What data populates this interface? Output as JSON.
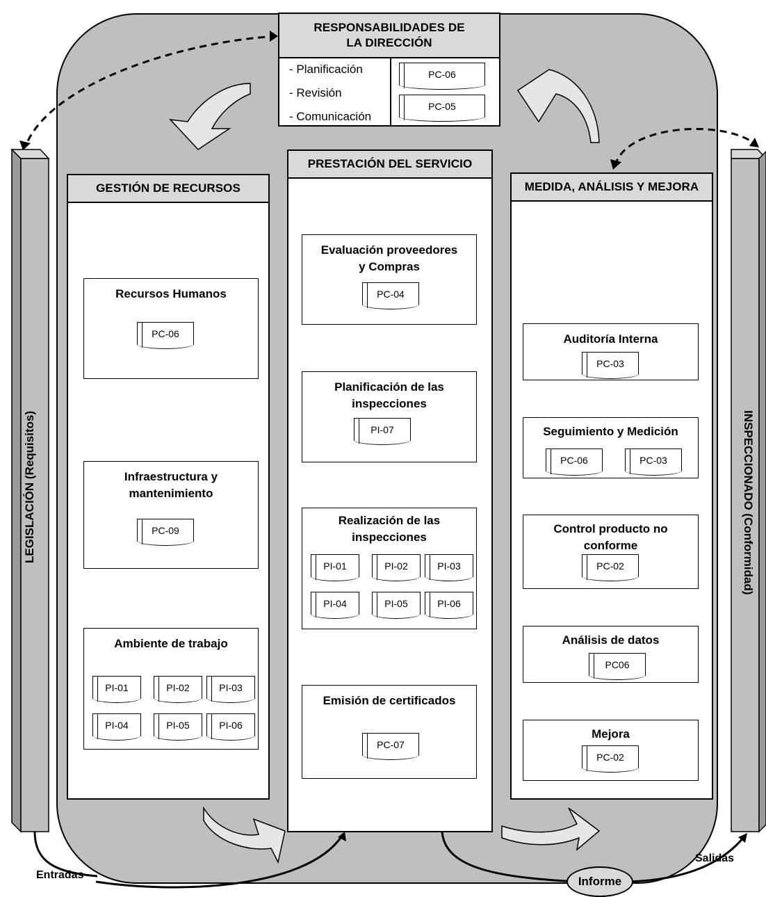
{
  "direccion": {
    "title": "RESPONSABILIDADES DE LA DIRECCIÓN",
    "items": [
      "- Planificación",
      "- Revisión",
      "- Comunicación"
    ],
    "docs": [
      "PC-06",
      "PC-05"
    ]
  },
  "recursos": {
    "header": "GESTIÓN DE RECURSOS",
    "rrhh": {
      "title": "Recursos Humanos",
      "doc": "PC-06"
    },
    "infra": {
      "title": "Infraestructura y mantenimiento",
      "doc": "PC-09"
    },
    "ambiente": {
      "title": "Ambiente de trabajo",
      "docs": [
        "PI-01",
        "PI-02",
        "PI-03",
        "PI-04",
        "PI-05",
        "PI-06"
      ]
    }
  },
  "servicio": {
    "header": "PRESTACIÓN DEL SERVICIO",
    "evaluacion": {
      "title": "Evaluación proveedores y Compras",
      "doc": "PC-04"
    },
    "planificacion": {
      "title": "Planificación de las inspecciones",
      "doc": "PI-07"
    },
    "realizacion": {
      "title": "Realización de las inspecciones",
      "docs": [
        "PI-01",
        "PI-02",
        "PI-03",
        "PI-04",
        "PI-05",
        "PI-06"
      ]
    },
    "emision": {
      "title": "Emisión de certificados",
      "doc": "PC-07"
    }
  },
  "medida": {
    "header": "MEDIDA, ANÁLISIS Y MEJORA",
    "auditoria": {
      "title": "Auditoría Interna",
      "doc": "PC-03"
    },
    "seguimiento": {
      "title": "Seguimiento y Medición",
      "docs": [
        "PC-06",
        "PC-03"
      ]
    },
    "control": {
      "title": "Control producto no conforme",
      "doc": "PC-02"
    },
    "analisis": {
      "title": "Análisis de datos",
      "doc": "PC06"
    },
    "mejora": {
      "title": "Mejora",
      "doc": "PC-02"
    }
  },
  "side": {
    "left": "LEGISLACIÓN (Requisitos)",
    "right": "INSPECCIONADO (Conformidad)"
  },
  "flow": {
    "entradas": "Entradas",
    "salidas": "Salidas",
    "informe": "Informe"
  },
  "colors": {
    "fill": "#bfbfbf",
    "header": "#d9d9d9",
    "arrow": "#8c8c8c"
  }
}
